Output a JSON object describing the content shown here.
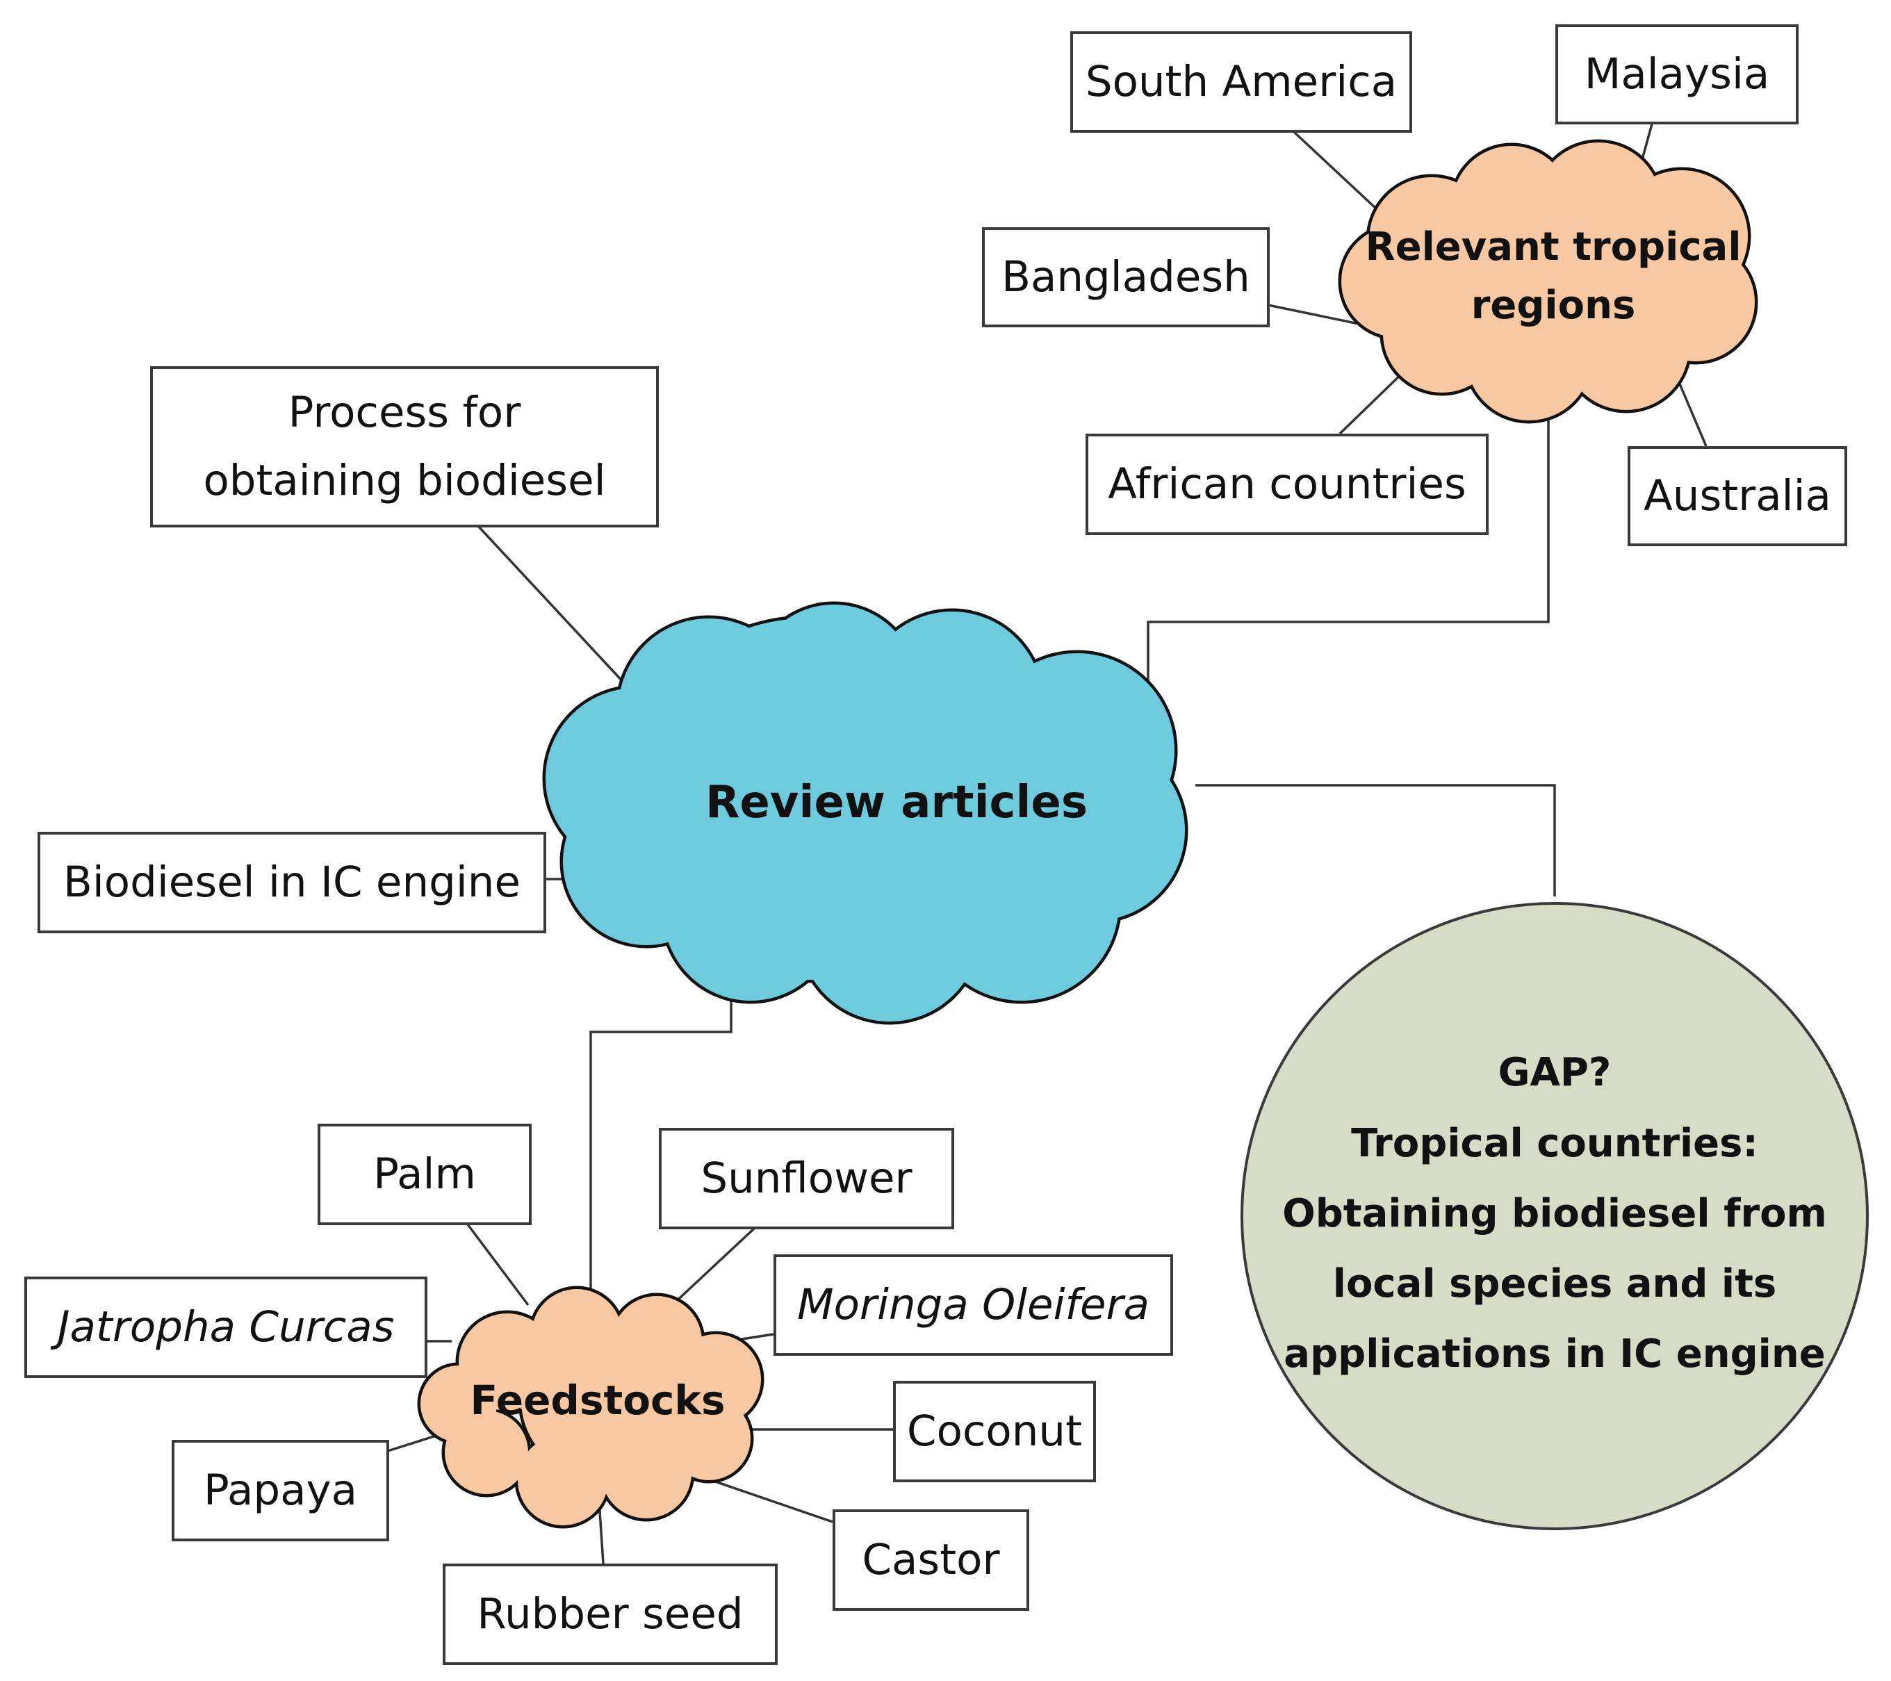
{
  "center": {
    "label": "Review articles",
    "fill": "#6ecbdd"
  },
  "regions": {
    "label": "Relevant tropical regions",
    "fill": "#f8c8a2",
    "items": [
      "South America",
      "Malaysia",
      "Bangladesh",
      "African countries",
      "Australia"
    ]
  },
  "process": {
    "label": "Process for obtaining biodiesel"
  },
  "engine": {
    "label": "Biodiesel in IC engine"
  },
  "feedstocks": {
    "label": "Feedstocks",
    "fill": "#f8c8a2",
    "items": [
      "Palm",
      "Sunflower",
      "Jatropha Curcas",
      "Moringa Oleifera",
      "Coconut",
      "Papaya",
      "Castor",
      "Rubber seed"
    ]
  },
  "gap": {
    "title": "GAP?",
    "text": "Tropical countries: Obtaining biodiesel from local species and its applications in IC engine",
    "fill": "#d6dcc6"
  }
}
